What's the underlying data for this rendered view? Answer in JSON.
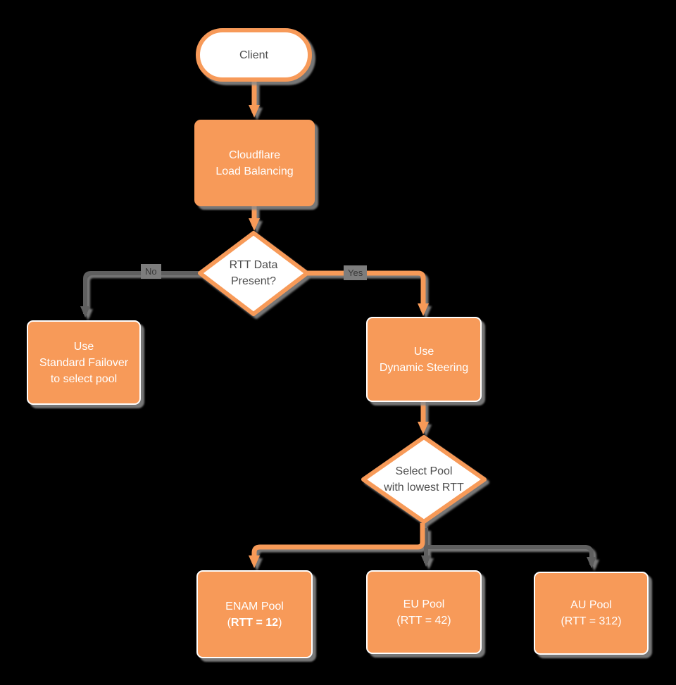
{
  "colors": {
    "background": "#000000",
    "accent_orange": "#F79A59",
    "gray_connector": "#5E5E5E",
    "shadow_gray": "#8C8C8C",
    "shape_text_dark": "#4D4D4D",
    "shape_text_light": "#FFFFFF",
    "edge_label_bg": "#7D7D7D"
  },
  "nodes": {
    "client": {
      "label": "Client"
    },
    "load_balancer": {
      "line1": "Cloudflare",
      "line2": "Load Balancing"
    },
    "rtt_decision": {
      "line1": "RTT Data",
      "line2": "Present?"
    },
    "standard_failover": {
      "line1": "Use",
      "line2": "Standard Failover",
      "line3": "to select pool"
    },
    "dynamic_steering": {
      "line1": "Use",
      "line2": "Dynamic Steering"
    },
    "pool_decision": {
      "line1": "Select Pool",
      "line2": "with lowest RTT"
    },
    "enam_pool": {
      "line1": "ENAM Pool",
      "line2_prefix": "(",
      "line2_bold": "RTT = 12",
      "line2_suffix": ")"
    },
    "eu_pool": {
      "line1": "EU Pool",
      "line2": "(RTT = 42)"
    },
    "au_pool": {
      "line1": "AU Pool",
      "line2": "(RTT = 312)"
    }
  },
  "edges": {
    "no_label": "No",
    "yes_label": "Yes"
  }
}
